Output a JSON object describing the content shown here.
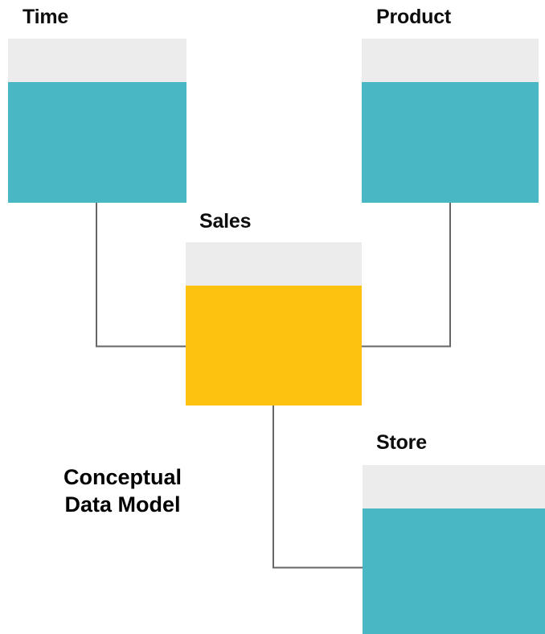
{
  "diagram": {
    "caption_line1": "Conceptual",
    "caption_line2": "Data Model",
    "colors": {
      "dimension_fill": "#4ab8c4",
      "fact_fill": "#fdc20f",
      "header_fill": "#ececec",
      "connector_stroke": "#666666",
      "label_text": "#0d0d0d",
      "background": "#ffffff"
    },
    "entities": [
      {
        "id": "time",
        "label": "Time",
        "kind": "dimension",
        "fill": "#4ab8c4"
      },
      {
        "id": "product",
        "label": "Product",
        "kind": "dimension",
        "fill": "#4ab8c4"
      },
      {
        "id": "sales",
        "label": "Sales",
        "kind": "fact",
        "fill": "#fdc20f"
      },
      {
        "id": "store",
        "label": "Store",
        "kind": "dimension",
        "fill": "#4ab8c4"
      }
    ],
    "relationships": [
      {
        "id": "time-sales",
        "from": "Time",
        "to": "Sales"
      },
      {
        "id": "product-sales",
        "from": "Product",
        "to": "Sales"
      },
      {
        "id": "sales-store",
        "from": "Sales",
        "to": "Store"
      }
    ]
  }
}
